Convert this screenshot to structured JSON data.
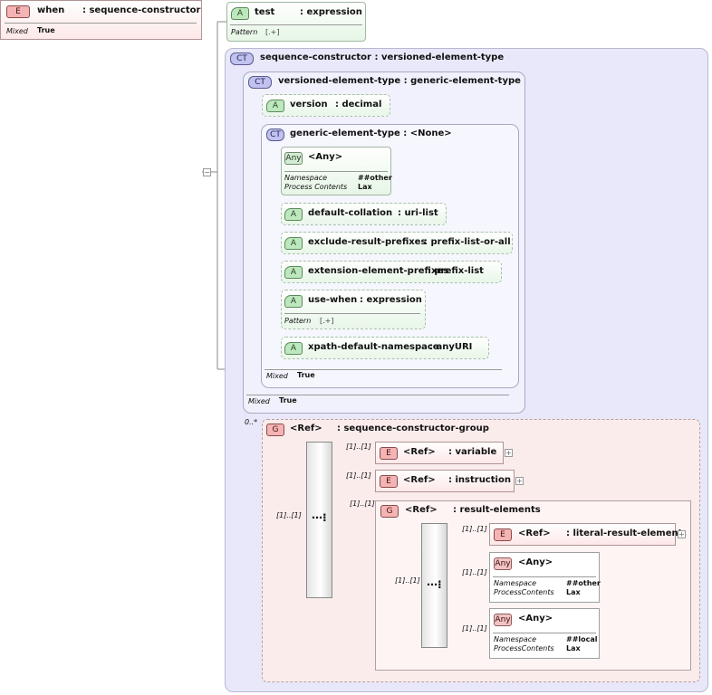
{
  "when": {
    "badge": "E",
    "name": "when",
    "type": ": sequence-constructor",
    "mixed_key": "Mixed",
    "mixed_val": "True"
  },
  "test": {
    "badge": "A",
    "name": "test",
    "type": ": expression",
    "pattern_key": "Pattern",
    "pattern_val": "[.+]"
  },
  "seq_constructor": {
    "badge": "CT",
    "title": "sequence-constructor : versioned-element-type"
  },
  "versioned": {
    "badge": "CT",
    "title": "versioned-element-type : generic-element-type",
    "mixed_key": "Mixed",
    "mixed_val": "True"
  },
  "version_attr": {
    "badge": "A",
    "name": "version",
    "type": ": decimal"
  },
  "generic": {
    "badge": "CT",
    "title": "generic-element-type : <None>",
    "mixed_key": "Mixed",
    "mixed_val": "True"
  },
  "any_attr": {
    "badge": "Any",
    "name": "<Any>",
    "ns_key": "Namespace",
    "ns_val": "##other",
    "pc_key": "Process Contents",
    "pc_val": "Lax"
  },
  "attrs": [
    {
      "badge": "A",
      "name": "default-collation",
      "type": ": uri-list"
    },
    {
      "badge": "A",
      "name": "exclude-result-prefixes",
      "type": ": prefix-list-or-all"
    },
    {
      "badge": "A",
      "name": "extension-element-prefixes",
      "type": ": prefix-list"
    },
    {
      "badge": "A",
      "name": "use-when",
      "type": ": expression",
      "pattern_key": "Pattern",
      "pattern_val": "[.+]"
    },
    {
      "badge": "A",
      "name": "xpath-default-namespace",
      "type": ": anyURI"
    }
  ],
  "group": {
    "badge": "G",
    "ref": "<Ref>",
    "type": ": sequence-constructor-group",
    "card": "0..*"
  },
  "seq_cards": {
    "outer": "[1]..[1]",
    "variable": "[1]..[1]",
    "instruction": "[1]..[1]",
    "result": "[1]..[1]",
    "inner": "[1]..[1]",
    "literal": "[1]..[1]",
    "any1": "[1]..[1]",
    "any2": "[1]..[1]"
  },
  "variable": {
    "badge": "E",
    "ref": "<Ref>",
    "type": ": variable"
  },
  "instruction": {
    "badge": "E",
    "ref": "<Ref>",
    "type": ": instruction"
  },
  "result_elements": {
    "badge": "G",
    "ref": "<Ref>",
    "type": ": result-elements"
  },
  "literal": {
    "badge": "E",
    "ref": "<Ref>",
    "type": ": literal-result-element"
  },
  "any_el1": {
    "badge": "Any",
    "name": "<Any>",
    "ns_key": "Namespace",
    "ns_val": "##other",
    "pc_key": "ProcessContents",
    "pc_val": "Lax"
  },
  "any_el2": {
    "badge": "Any",
    "name": "<Any>",
    "ns_key": "Namespace",
    "ns_val": "##local",
    "pc_key": "ProcessContents",
    "pc_val": "Lax"
  },
  "icons": {
    "plus": "+",
    "minus": "−",
    "sequence": "sequence-icon"
  },
  "colors": {
    "attribute": "#e6f6e6",
    "element": "#fde8e8",
    "complex_type": "#e8e8fa",
    "group": "#fbecec"
  }
}
